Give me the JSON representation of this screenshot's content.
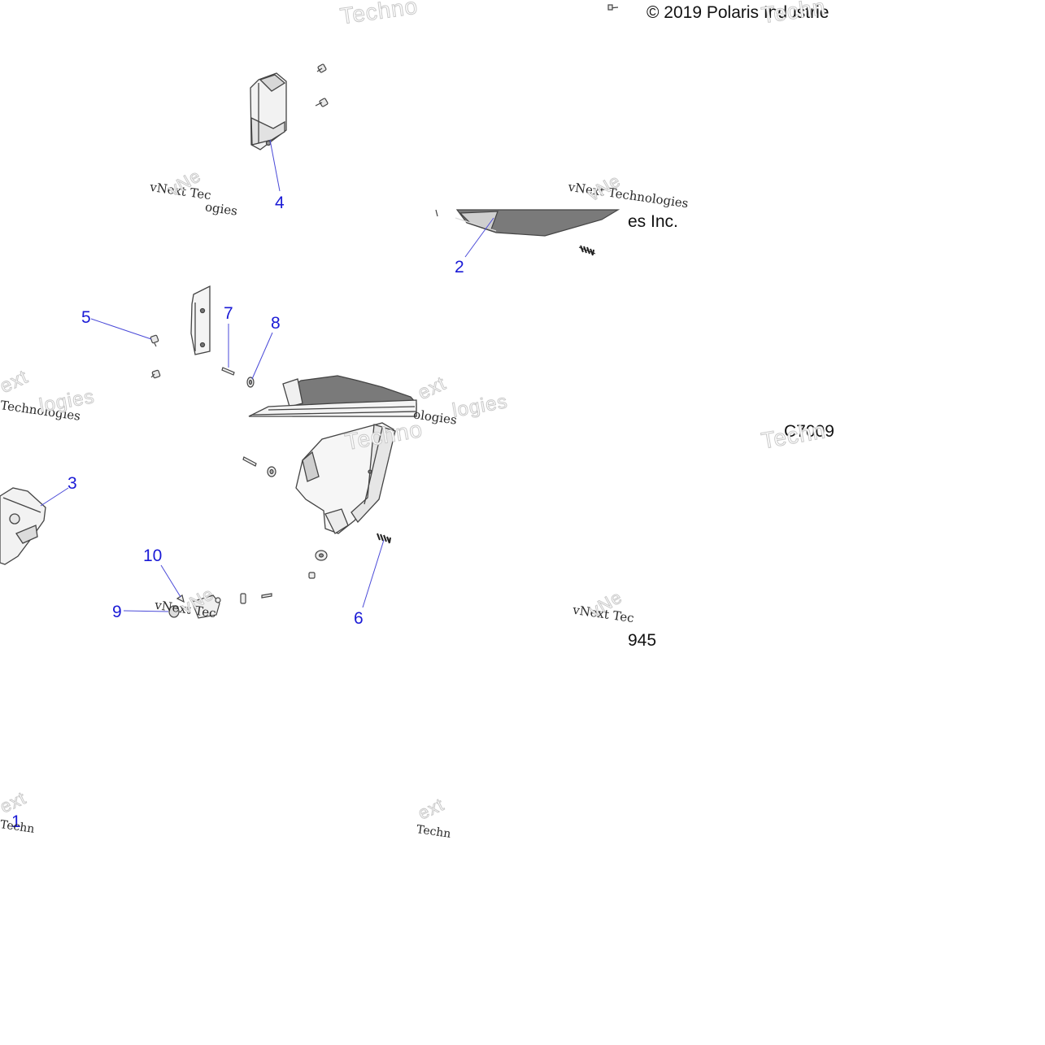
{
  "diagram": {
    "copyright": "© 2019 Polaris Industrie",
    "copyright_fragment": "es Inc.",
    "part_code": "C7009",
    "part_code_fragment": "945",
    "callouts": [
      "1",
      "2",
      "3",
      "4",
      "5",
      "6",
      "7",
      "8",
      "9",
      "10"
    ],
    "watermarks": {
      "vnext_full": "vNext Technologies",
      "vnext_partial": "vNext Tec",
      "vnext_short": "vNe",
      "technologies": "Technologies",
      "techno": "Techno",
      "techn": "Techn",
      "ext": "ext",
      "logies": "logies",
      "ogies": "ogies",
      "ologies": "ologies"
    }
  },
  "colors": {
    "callout": "#1a1ad6",
    "leader_line": "#4a4ad8",
    "part_stroke": "#444444",
    "part_shade": "#7a7a7a",
    "part_fill": "#f2f2f2"
  }
}
